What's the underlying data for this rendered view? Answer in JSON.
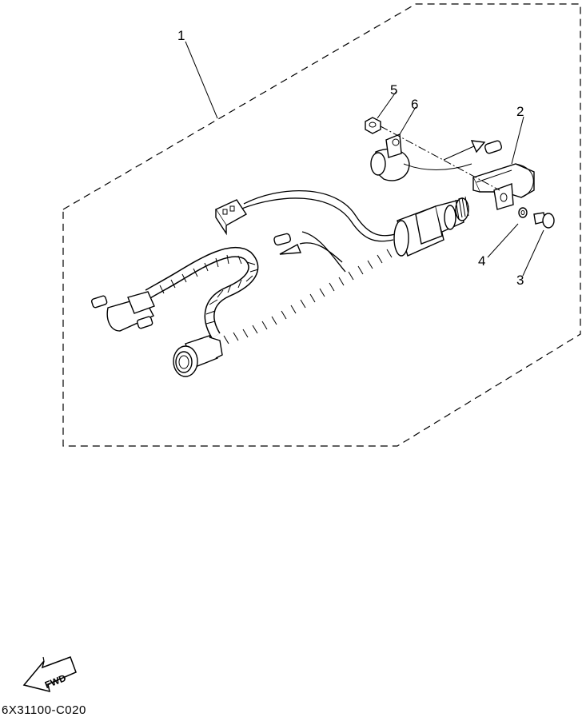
{
  "callouts": {
    "c1": "1",
    "c2": "2",
    "c3": "3",
    "c4": "4",
    "c5": "5",
    "c6": "6"
  },
  "fwd_arrow": {
    "label": "FWD",
    "icon": "fwd-arrow-icon"
  },
  "diagram_code": "6X31100-C020"
}
